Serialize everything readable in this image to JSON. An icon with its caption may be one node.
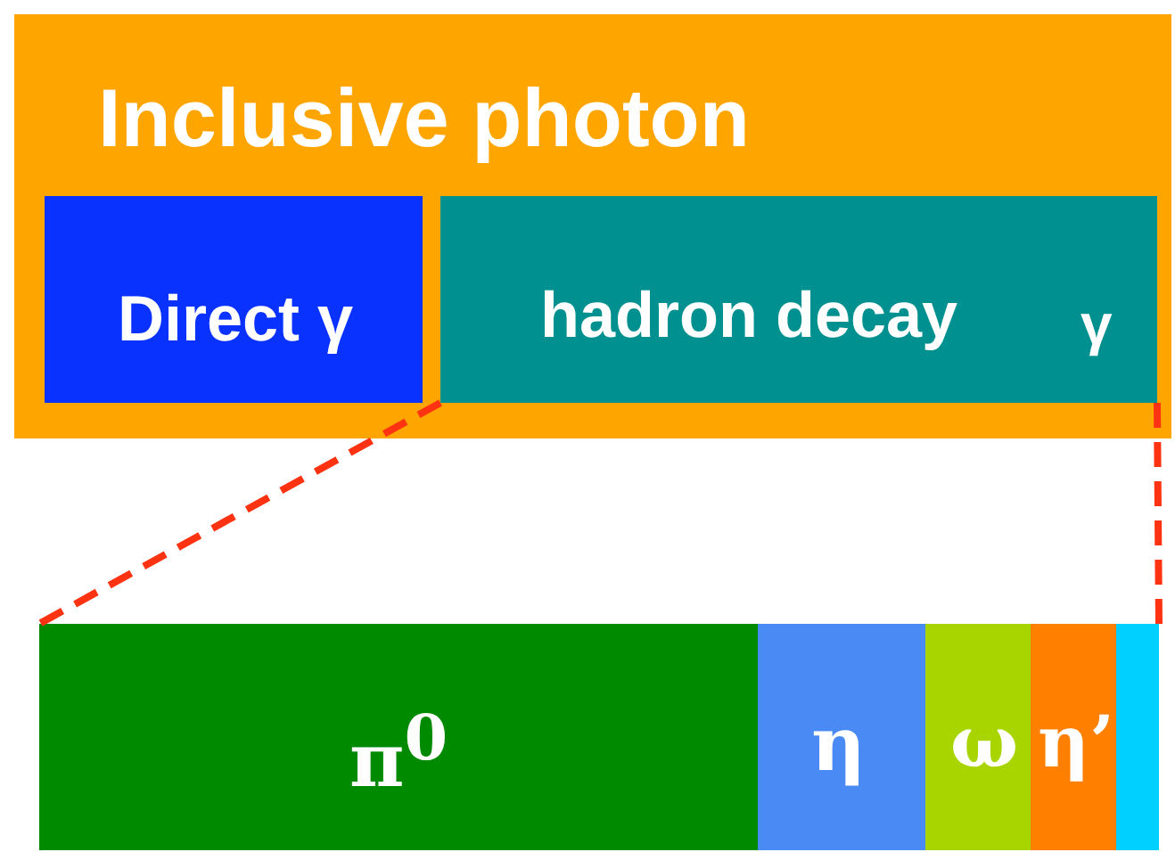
{
  "diagram": {
    "nodes": [
      {
        "text": [
          "Inclusive photon"
        ]
      },
      {
        "text": [
          "Direct γ"
        ],
        "in": 0
      },
      {
        "text": [
          "hadron decay",
          "γ"
        ],
        "in": 0
      },
      {
        "text": [
          "π$^{0}$"
        ]
      },
      {
        "text": [
          "η"
        ]
      },
      {
        "text": [
          "ω"
        ]
      },
      {
        "text": [
          "η’"
        ]
      },
      {
        "text": [],
        "shape": "bar"
      }
    ],
    "edges": [
      {
        "from": 2,
        "to": 3,
        "arrow": "none",
        "style": "dashed",
        "color": "#ff3311"
      },
      {
        "from": 2,
        "to": 7,
        "arrow": "none",
        "style": "dashed",
        "color": "#ff3311"
      }
    ]
  }
}
